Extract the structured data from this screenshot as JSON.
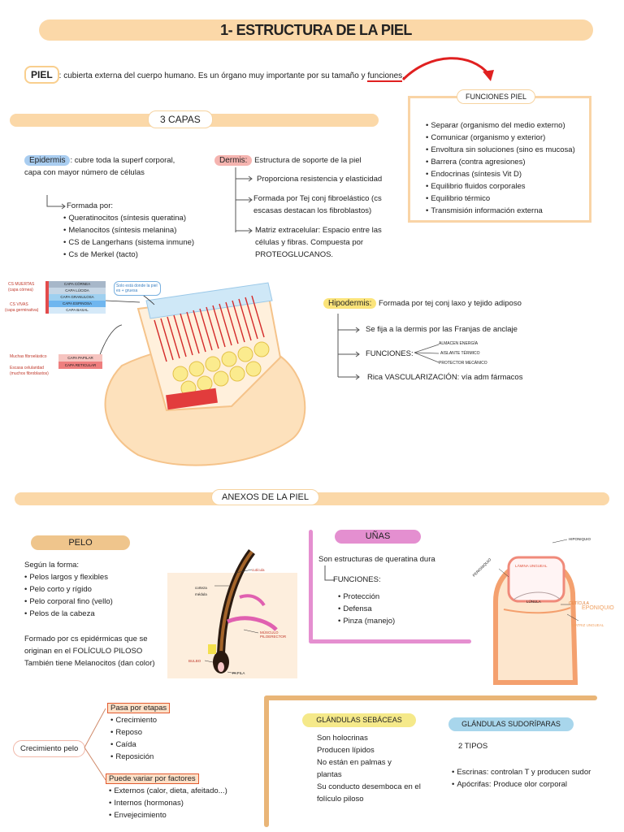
{
  "title": "1- ESTRUCTURA DE LA PIEL",
  "piel": {
    "label": "PIEL",
    "definition": ": cubierta externa del cuerpo humano. Es un órgano muy importante por su tamaño y ",
    "link": "funciones",
    "tail": "."
  },
  "funciones_piel": {
    "title": "FUNCIONES PIEL",
    "items": [
      "Separar (organismo del medio externo)",
      "Comunicar (organismo y exterior)",
      "Envoltura sin soluciones (sino es mucosa)",
      "Barrera (contra agresiones)",
      "Endocrinas (síntesis Vit D)",
      "Equilibrio fluidos corporales",
      "Equilibrio térmico",
      "Transmisión información externa"
    ]
  },
  "capas": {
    "title": "3 CAPAS"
  },
  "epidermis": {
    "label": "Epidermis",
    "text": ": cubre toda la superf corporal, capa con mayor número de células",
    "formada": "Formada por:",
    "items": [
      "Queratinocitos (síntesis queratina)",
      "Melanocitos (síntesis melanina)",
      "CS de Langerhans (sistema inmune)",
      "Cs de Merkel (tacto)"
    ]
  },
  "dermis": {
    "label": "Dermis:",
    "text": "Estructura de soporte de la piel",
    "items": [
      "Proporciona resistencia y elasticidad",
      "Formada por Tej conj fibroelástico (cs escasas destacan los fibroblastos)",
      "Matriz extracelular: Espacio entre las células y fibras. Compuesta por PROTEOGLUCANOS."
    ]
  },
  "diagram_skin": {
    "left_notes": [
      "CS MUERTAS",
      "(capa córnea)",
      "CS VIVAS",
      "(capa germinativa)"
    ],
    "layers": [
      "CAPA CÓRNEA",
      "CAPA LÚCIDA",
      "CAPA GRANULOSA",
      "CAPA ESPINOSA",
      "CAPA BASAL"
    ],
    "bubble": "Solo está donde la piel es + gruesa",
    "dermis_notes": [
      "Muchas fibroelástico",
      "Escasa celularidad",
      "(muchos fibroblastos)"
    ],
    "dermis_layers": [
      "CAPA PAPILAR",
      "CAPA RETICULAR"
    ]
  },
  "hipodermis": {
    "label": "Hipodermis:",
    "text": "Formada por tej conj laxo  y tejido adiposo",
    "items": [
      "Se fija a la dermis por las Franjas de anclaje",
      "FUNCIONES:",
      "Rica VASCULARIZACIÓN: vía adm fármacos"
    ],
    "funciones": [
      "ALMACEN ENERGÍA",
      "AISLANTE TÉRMICO",
      "PROTECTOR MECÁNICO"
    ]
  },
  "anexos": {
    "title": "ANEXOS DE LA PIEL"
  },
  "pelo": {
    "title": "PELO",
    "intro": "Según la forma:",
    "items": [
      "Pelos largos y flexibles",
      "Pelo corto y rígido",
      "Pelo corporal fino (vello)",
      "Pelos de la cabeza"
    ],
    "formado": "Formado por cs epidérmicas que se originan en el FOLÍCULO PILOSO También tiene Melanocitos (dan color)",
    "diagram_labels": [
      "corteza",
      "cutícula",
      "médula",
      "MÚSCULO PILOERECTOR",
      "BULBO",
      "PAPILA"
    ]
  },
  "crecimiento": {
    "label": "Crecimiento pelo",
    "etapas_title": "Pasa por etapas",
    "etapas": [
      "Crecimiento",
      "Reposo",
      "Caída",
      "Reposición"
    ],
    "factores_title": "Puede variar por factores",
    "factores": [
      "Externos (calor, dieta, afeitado...)",
      "Internos (hormonas)",
      "Envejecimiento"
    ]
  },
  "unas": {
    "title": "UÑAS",
    "text": "Son estructuras de queratina dura",
    "funciones": "FUNCIONES:",
    "items": [
      "Protección",
      "Defensa",
      "Pinza (manejo)"
    ],
    "diagram_labels": [
      "HIPONIQUIO",
      "PERIONIQUIO",
      "LÁMINA UNGUEAL",
      "LÚNULA",
      "CUTÍCULA",
      "EPONIQUIO",
      "MATRIZ UNGUEAL"
    ]
  },
  "sebaceas": {
    "title": "GLÁNDULAS SEBÁCEAS",
    "items": [
      "Son holocrinas",
      "Producen lípidos",
      "No están en palmas y plantas",
      "Su conducto desemboca en el folículo piloso"
    ]
  },
  "sudoriparas": {
    "title": "GLÁNDULAS SUDORÍPARAS",
    "tipos": "2 TIPOS",
    "items": [
      "Escrinas: controlan T y producen sudor",
      "Apócrifas: Produce olor corporal"
    ]
  },
  "colors": {
    "banner": "#fbd8a8",
    "epidermis": "#a9cdf0",
    "dermis": "#f5b4b0",
    "hipodermis": "#fbe47a",
    "pelo": "#efc58c",
    "unas": "#e48fd0",
    "sebaceas": "#f5e98a",
    "sudoriparas": "#a8d6ec",
    "accent_red": "#e02020"
  }
}
